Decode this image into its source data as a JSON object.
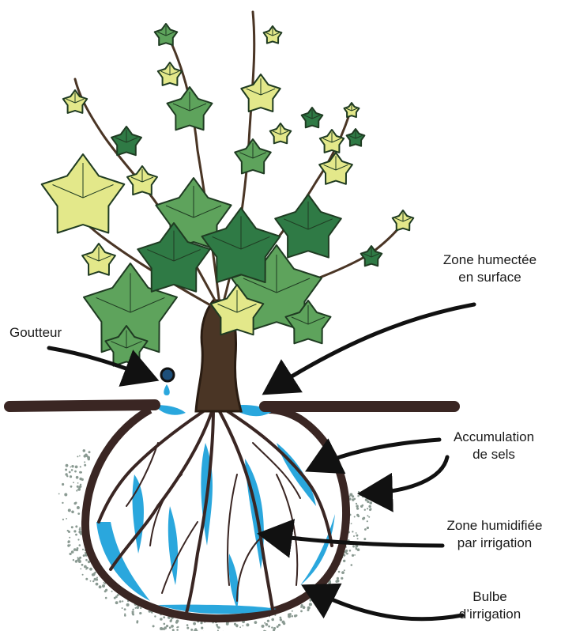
{
  "labels": {
    "goutteur": "Goutteur",
    "zone_humectee": [
      "Zone humectée",
      "en surface"
    ],
    "accumulation": [
      "Accumulation",
      "de sels"
    ],
    "zone_humidifiee": [
      "Zone humidifiée",
      "par irrigation"
    ],
    "bulbe": [
      "Bulbe",
      "d’irrigation"
    ]
  },
  "colors": {
    "soil": "#3a2623",
    "water": "#2aa7dd",
    "leaf_dark": "#2f7a45",
    "leaf_mid": "#5ea35c",
    "leaf_light": "#e3e88a",
    "trunk": "#4a3525",
    "salt_dots": "#8a9a92",
    "arrow": "#111111"
  }
}
